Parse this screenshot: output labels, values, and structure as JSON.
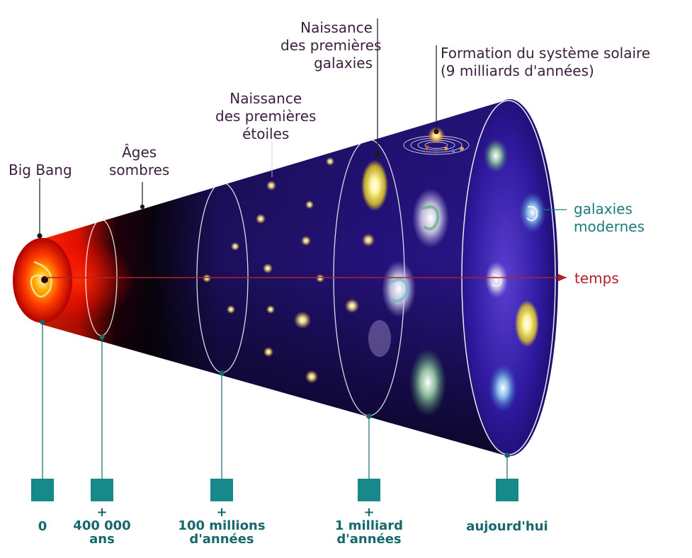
{
  "labels": {
    "big_bang": "Big Bang",
    "ages_sombres": [
      "Âges",
      "sombres"
    ],
    "premieres_etoiles": [
      "Naissance",
      "des premières",
      "étoiles"
    ],
    "premieres_galaxies": [
      "Naissance",
      "des premières",
      "galaxies"
    ],
    "systeme_solaire": [
      "Formation du système solaire",
      "(9 milliards d'années)"
    ],
    "galaxies_modernes": [
      "galaxies",
      "modernes"
    ],
    "temps": "temps"
  },
  "timeline": [
    {
      "lines": [
        "0"
      ]
    },
    {
      "lines": [
        "+",
        "400 000",
        "ans"
      ]
    },
    {
      "lines": [
        "+",
        "100 millions",
        "d'années"
      ]
    },
    {
      "lines": [
        "+",
        "1 milliard",
        "d'années"
      ]
    },
    {
      "lines": [
        "aujourd'hui"
      ]
    }
  ],
  "colors": {
    "text": "#3a1f3d",
    "accent_teal": "#17898a",
    "label_teal": "#1d7a7e",
    "time_arrow": "#b3202a",
    "cone_deep": "#1a0d55",
    "cone_light": "#4a2fb8"
  }
}
